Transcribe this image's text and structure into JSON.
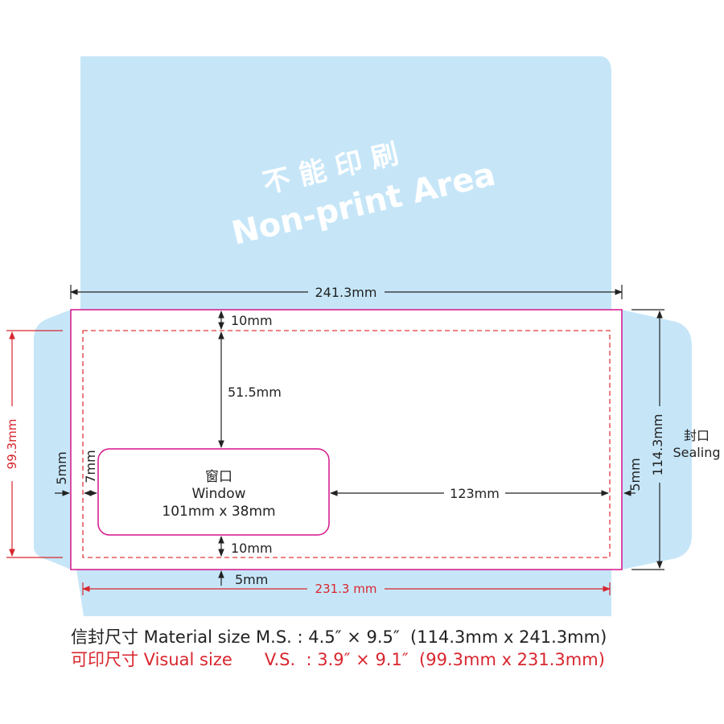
{
  "non_print": {
    "zh": "不 能 印 刷",
    "en": "Non-print Area"
  },
  "dims": {
    "material_width": "241.3mm",
    "material_height": "114.3mm",
    "visual_width": "231.3 mm",
    "visual_height": "99.3mm",
    "top_margin": "10mm",
    "window_top": "51.5mm",
    "bottom_margin": "10mm",
    "bottom_edge": "5mm",
    "left_edge": "5mm",
    "window_left": "7mm",
    "right_edge": "5mm",
    "window_right": "123mm"
  },
  "window": {
    "zh": "窗口",
    "en": "Window",
    "size": "101mm x 38mm"
  },
  "sealing": {
    "zh": "封口",
    "en": "Sealing"
  },
  "footer": {
    "material_line": "信封尺寸 Material size M.S. : 4.5″ × 9.5″  (114.3mm x 241.3mm)",
    "visual_line": "可印尺寸 Visual size      V.S.  : 3.9″ × 9.1″  (99.3mm x 231.3mm)"
  },
  "colors": {
    "flap": "#c6e6f8",
    "trim": "#d4148c",
    "safe": "#e03a3a",
    "text": "#222222",
    "visual_text": "#d8262e"
  }
}
